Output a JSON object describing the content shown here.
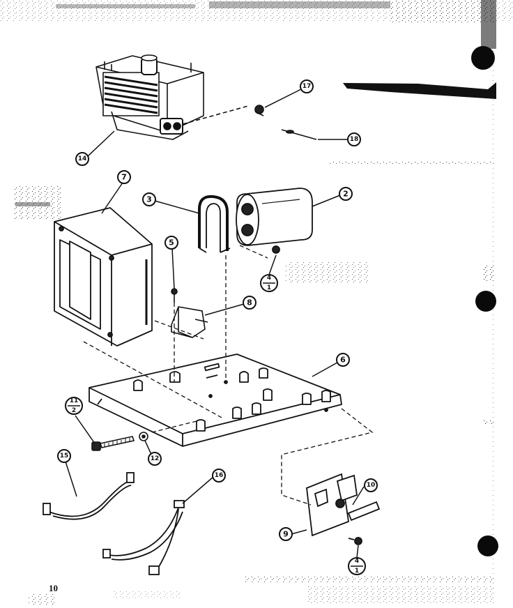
{
  "page_number": "10",
  "callouts": {
    "c2": "2",
    "c3": "3",
    "c4a_top": "4",
    "c4a_bottom": "1",
    "c5": "5",
    "c6": "6",
    "c7": "7",
    "c8": "8",
    "c9": "9",
    "c10": "10",
    "c4b_top": "4",
    "c4b_bottom": "1",
    "c11_top": "11",
    "c11_bottom": "2",
    "c12": "12",
    "c14": "14",
    "c15": "15",
    "c16": "16",
    "c17": "17",
    "c18": "18"
  }
}
